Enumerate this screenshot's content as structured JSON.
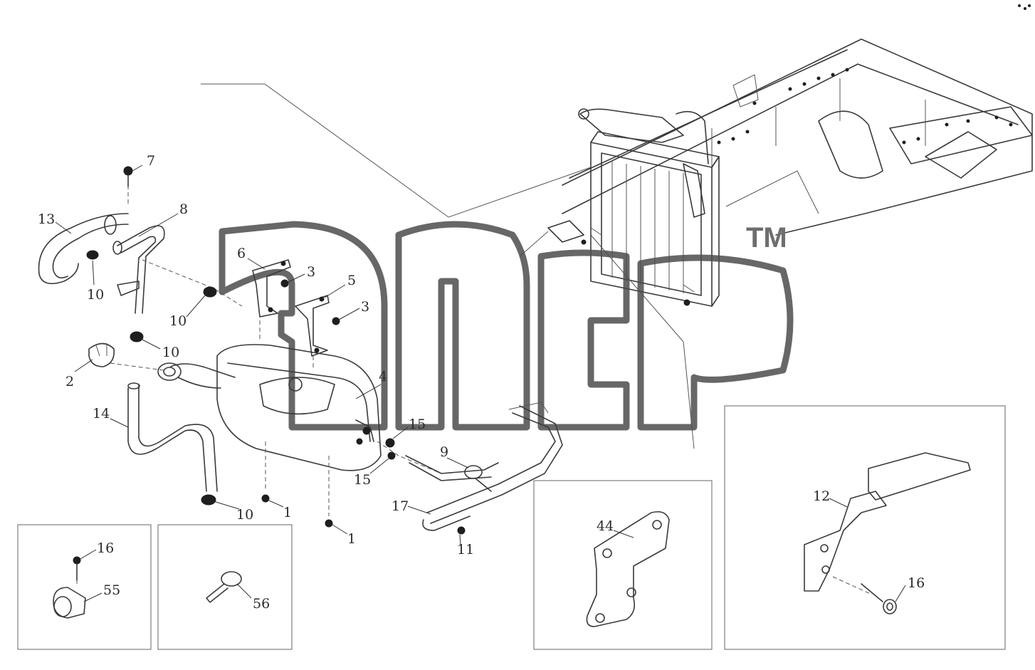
{
  "watermark": {
    "mark": "TM"
  },
  "callouts": [
    {
      "id": "c7",
      "label": "7"
    },
    {
      "id": "c8",
      "label": "8"
    },
    {
      "id": "c13",
      "label": "13"
    },
    {
      "id": "c10a",
      "label": "10"
    },
    {
      "id": "c6",
      "label": "6"
    },
    {
      "id": "c3a",
      "label": "3"
    },
    {
      "id": "c5",
      "label": "5"
    },
    {
      "id": "c3b",
      "label": "3"
    },
    {
      "id": "c10b",
      "label": "10"
    },
    {
      "id": "c10c",
      "label": "10"
    },
    {
      "id": "c2",
      "label": "2"
    },
    {
      "id": "c4",
      "label": "4"
    },
    {
      "id": "c14",
      "label": "14"
    },
    {
      "id": "c15a",
      "label": "15"
    },
    {
      "id": "c15b",
      "label": "15"
    },
    {
      "id": "c9",
      "label": "9"
    },
    {
      "id": "c17",
      "label": "17"
    },
    {
      "id": "c11",
      "label": "11"
    },
    {
      "id": "c10d",
      "label": "10"
    },
    {
      "id": "c1a",
      "label": "1"
    },
    {
      "id": "c1b",
      "label": "1"
    },
    {
      "id": "c16a",
      "label": "16"
    },
    {
      "id": "c55",
      "label": "55"
    },
    {
      "id": "c56",
      "label": "56"
    },
    {
      "id": "c44",
      "label": "44"
    },
    {
      "id": "c12",
      "label": "12"
    },
    {
      "id": "c16b",
      "label": "16"
    }
  ]
}
